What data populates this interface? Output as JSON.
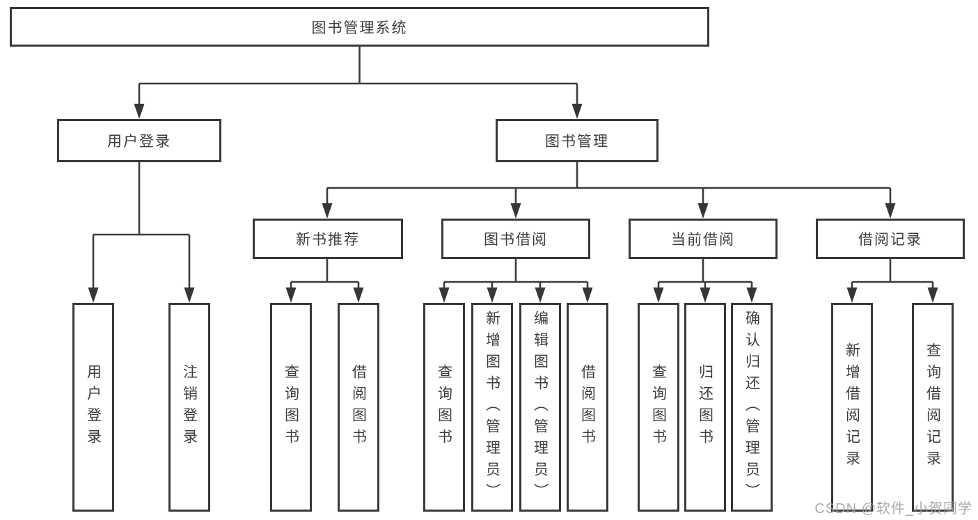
{
  "diagram_title": "图书管理系统",
  "colors": {
    "background": "#ffffff",
    "line": "#3b3b3b",
    "box_border": "#383838",
    "text": "#3d3d3d",
    "watermark": "#9e9e9e"
  },
  "tree": {
    "label": "图书管理系统",
    "children": [
      {
        "label": "用户登录",
        "children": [
          {
            "label": "用户登录"
          },
          {
            "label": "注销登录"
          }
        ]
      },
      {
        "label": "图书管理",
        "children": [
          {
            "label": "新书推荐",
            "children": [
              {
                "label": "查询图书"
              },
              {
                "label": "借阅图书"
              }
            ]
          },
          {
            "label": "图书借阅",
            "children": [
              {
                "label": "查询图书"
              },
              {
                "label": "新增图书（管理员）"
              },
              {
                "label": "编辑图书（管理员）"
              },
              {
                "label": "借阅图书"
              }
            ]
          },
          {
            "label": "当前借阅",
            "children": [
              {
                "label": "查询图书"
              },
              {
                "label": "归还图书"
              },
              {
                "label": "确认归还（管理员）"
              }
            ]
          },
          {
            "label": "借阅记录",
            "children": [
              {
                "label": "新增借阅记录"
              },
              {
                "label": "查询借阅记录"
              }
            ]
          }
        ]
      }
    ]
  },
  "watermark": "CSDN @软件_小贺同学"
}
